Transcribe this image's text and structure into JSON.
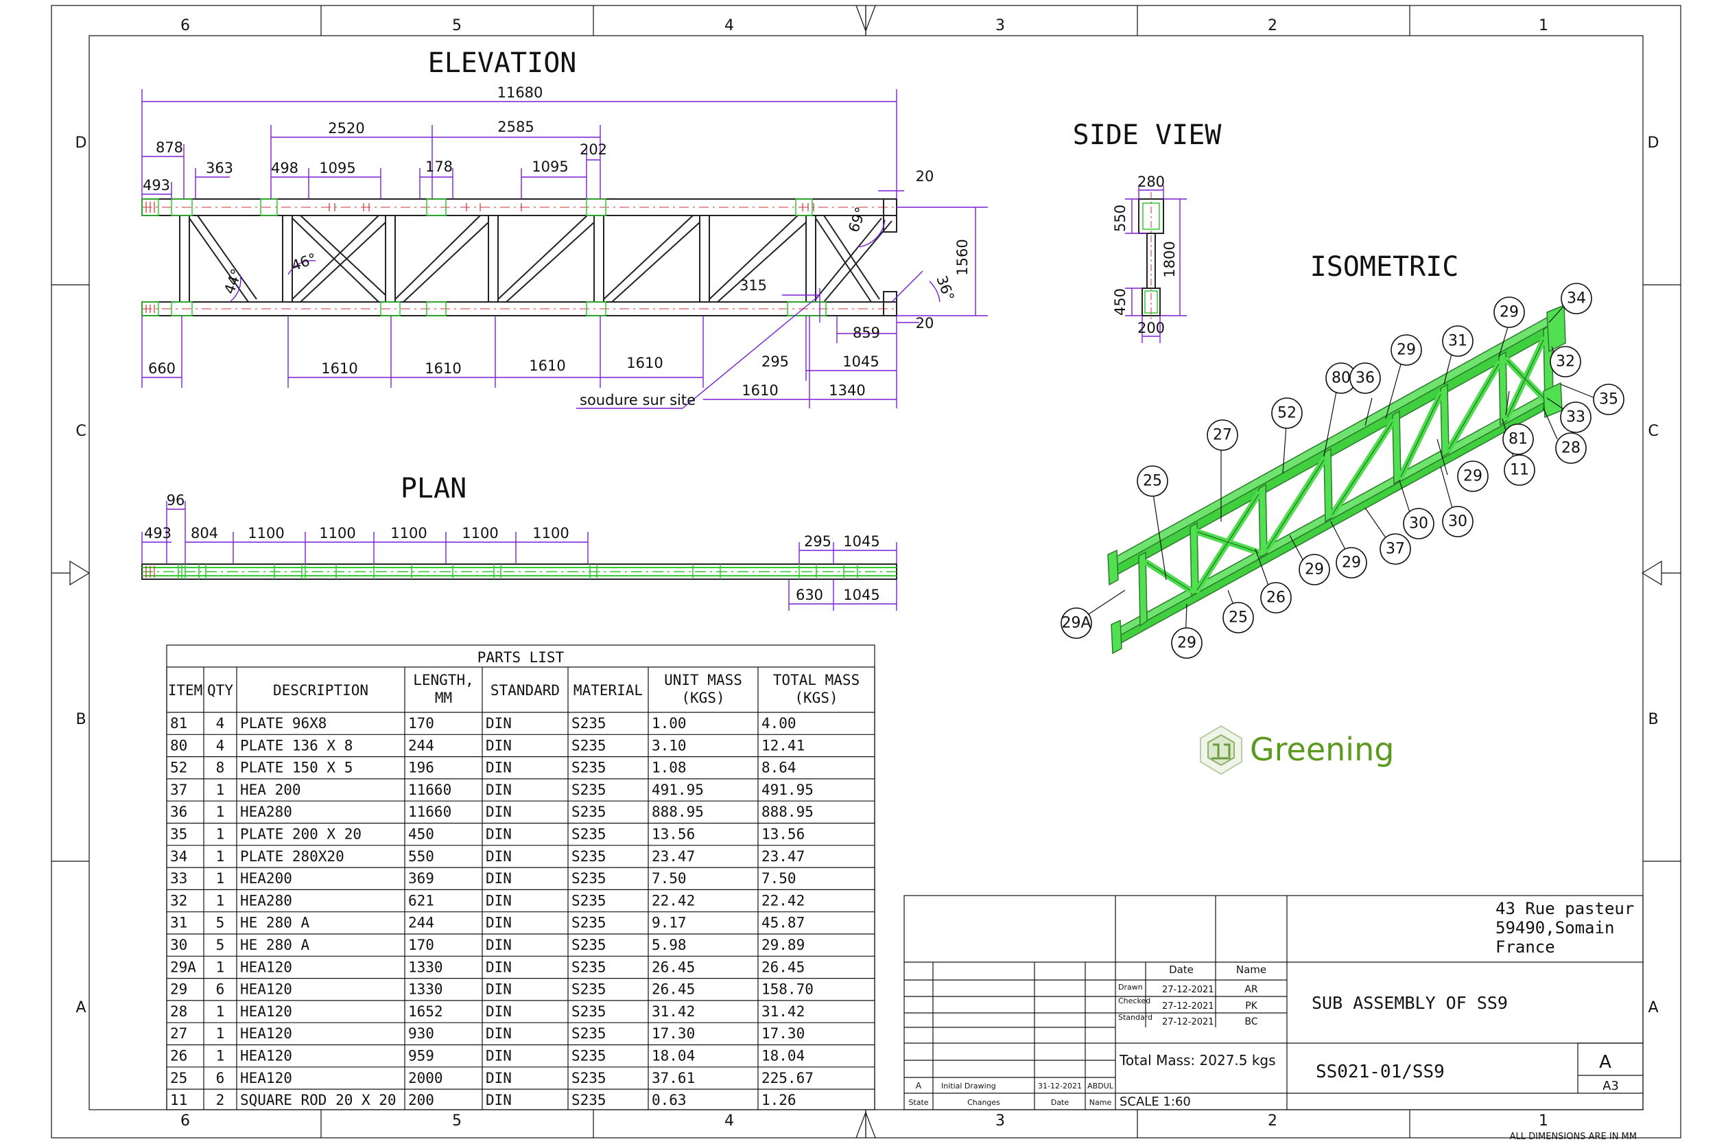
{
  "border": {
    "columns": [
      "6",
      "5",
      "4",
      "3",
      "2",
      "1"
    ],
    "rows": [
      "D",
      "C",
      "B",
      "A"
    ],
    "footnote": "ALL DIMENSIONS ARE IN MM"
  },
  "views": {
    "elevation": "ELEVATION",
    "plan": "PLAN",
    "side_view": "SIDE VIEW",
    "isometric": "ISOMETRIC"
  },
  "elevation_dims": {
    "overall": "11680",
    "d2520": "2520",
    "d2585": "2585",
    "d878": "878",
    "d202": "202",
    "d493": "493",
    "d363": "363",
    "d498": "498",
    "d1095a": "1095",
    "d178": "178",
    "d1095b": "1095",
    "d20a": "20",
    "d20b": "20",
    "d1560": "1560",
    "a69": "69°",
    "a36": "36°",
    "a46": "46°",
    "a44": "44°",
    "d315": "315",
    "d859": "859",
    "d660": "660",
    "d1610a": "1610",
    "d1610b": "1610",
    "d1610c": "1610",
    "d1610d": "1610",
    "d295": "295",
    "d1045": "1045",
    "d1610e": "1610",
    "d1340": "1340",
    "note": "soudure sur site"
  },
  "plan_dims": {
    "d96": "96",
    "d493": "493",
    "d804": "804",
    "d1100a": "1100",
    "d1100b": "1100",
    "d1100c": "1100",
    "d1100d": "1100",
    "d1100e": "1100",
    "d295": "295",
    "d1045a": "1045",
    "d630": "630",
    "d1045b": "1045"
  },
  "side_dims": {
    "d280": "280",
    "d550": "550",
    "d1800": "1800",
    "d450": "450",
    "d200": "200"
  },
  "balloons": [
    "34",
    "29",
    "32",
    "35",
    "31",
    "33",
    "80",
    "36",
    "29",
    "28",
    "81",
    "52",
    "11",
    "29",
    "27",
    "30",
    "30",
    "25",
    "37",
    "29",
    "29",
    "26",
    "25",
    "29A",
    "29"
  ],
  "parts_list": {
    "title": "PARTS LIST",
    "headers": [
      "ITEM",
      "QTY",
      "DESCRIPTION",
      "LENGTH,\nMM",
      "STANDARD",
      "MATERIAL",
      "UNIT MASS\n(KGS)",
      "TOTAL MASS\n(KGS)"
    ],
    "rows": [
      [
        "81",
        "4",
        "PLATE 96X8",
        "170",
        "DIN",
        "S235",
        "1.00",
        "4.00"
      ],
      [
        "80",
        "4",
        "PLATE 136 X 8",
        "244",
        "DIN",
        "S235",
        "3.10",
        "12.41"
      ],
      [
        "52",
        "8",
        "PLATE 150 X 5",
        "196",
        "DIN",
        "S235",
        "1.08",
        "8.64"
      ],
      [
        "37",
        "1",
        "HEA 200",
        "11660",
        "DIN",
        "S235",
        "491.95",
        "491.95"
      ],
      [
        "36",
        "1",
        "HEA280",
        "11660",
        "DIN",
        "S235",
        "888.95",
        "888.95"
      ],
      [
        "35",
        "1",
        "PLATE 200 X 20",
        "450",
        "DIN",
        "S235",
        "13.56",
        "13.56"
      ],
      [
        "34",
        "1",
        "PLATE 280X20",
        "550",
        "DIN",
        "S235",
        "23.47",
        "23.47"
      ],
      [
        "33",
        "1",
        "HEA200",
        "369",
        "DIN",
        "S235",
        "7.50",
        "7.50"
      ],
      [
        "32",
        "1",
        "HEA280",
        "621",
        "DIN",
        "S235",
        "22.42",
        "22.42"
      ],
      [
        "31",
        "5",
        "HE 280 A",
        "244",
        "DIN",
        "S235",
        "9.17",
        "45.87"
      ],
      [
        "30",
        "5",
        "HE 280 A",
        "170",
        "DIN",
        "S235",
        "5.98",
        "29.89"
      ],
      [
        "29A",
        "1",
        "HEA120",
        "1330",
        "DIN",
        "S235",
        "26.45",
        "26.45"
      ],
      [
        "29",
        "6",
        "HEA120",
        "1330",
        "DIN",
        "S235",
        "26.45",
        "158.70"
      ],
      [
        "28",
        "1",
        "HEA120",
        "1652",
        "DIN",
        "S235",
        "31.42",
        "31.42"
      ],
      [
        "27",
        "1",
        "HEA120",
        "930",
        "DIN",
        "S235",
        "17.30",
        "17.30"
      ],
      [
        "26",
        "1",
        "HEA120",
        "959",
        "DIN",
        "S235",
        "18.04",
        "18.04"
      ],
      [
        "25",
        "6",
        "HEA120",
        "2000",
        "DIN",
        "S235",
        "37.61",
        "225.67"
      ],
      [
        "11",
        "2",
        "SQUARE ROD 20 X 20",
        "200",
        "DIN",
        "S235",
        "0.63",
        "1.26"
      ]
    ]
  },
  "logo": {
    "text": "Greening",
    "color": "#5a9a1e"
  },
  "title_block": {
    "address": [
      "43 Rue pasteur",
      "59490,Somain",
      "France"
    ],
    "date_header": "Date",
    "name_header": "Name",
    "approvals": [
      {
        "label": "Drawn",
        "date": "27-12-2021",
        "name": "AR"
      },
      {
        "label": "Checked",
        "date": "27-12-2021",
        "name": "PK"
      },
      {
        "label": "Standard",
        "date": "27-12-2021",
        "name": "BC"
      }
    ],
    "title": "SUB ASSEMBLY OF SS9",
    "total_mass": "Total Mass: 2027.5 kgs",
    "drawing_no": "SS021-01/SS9",
    "revision": "A",
    "size": "A3",
    "scale": "SCALE 1:60",
    "rev_row": {
      "state": "A",
      "change": "Initial Drawing",
      "date": "31-12-2021",
      "name": "ABDUL"
    },
    "rev_headers": {
      "state": "State",
      "changes": "Changes",
      "date": "Date",
      "name": "Name"
    }
  },
  "colors": {
    "dimension": "#7a1fd6",
    "weld_green": "#2ecc2e",
    "iso_green": "#52e052"
  }
}
